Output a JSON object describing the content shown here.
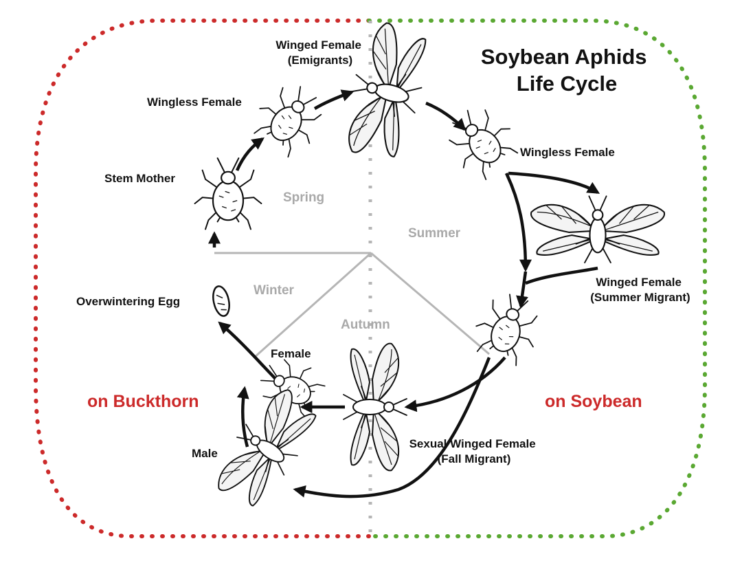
{
  "title_lines": [
    "Soybean Aphids",
    "Life Cycle"
  ],
  "hosts": {
    "buckthorn": "on Buckthorn",
    "soybean": "on Soybean"
  },
  "seasons": {
    "spring": "Spring",
    "summer": "Summer",
    "winter": "Winter",
    "autumn": "Autumn"
  },
  "stages": {
    "winged_female_emigrants": [
      "Winged Female",
      "(Emigrants)"
    ],
    "wingless_female_spring": "Wingless Female",
    "stem_mother": "Stem Mother",
    "wingless_female_summer": "Wingless Female",
    "winged_female_summer_migrant": [
      "Winged Female",
      "(Summer Migrant)"
    ],
    "overwintering_egg": "Overwintering Egg",
    "female": "Female",
    "male": "Male",
    "sexual_winged_female": [
      "Sexual Winged Female",
      "(Fall Migrant)"
    ]
  },
  "colors": {
    "buckthorn_border": "#cc2a2a",
    "soybean_border": "#5aa832",
    "season_text": "#a9a9a9",
    "divider": "#b5b5b5",
    "ink": "#111111"
  },
  "icons": {
    "egg": "egg-icon",
    "wingless_aphid": "wingless-aphid-icon",
    "winged_aphid": "winged-aphid-icon"
  }
}
